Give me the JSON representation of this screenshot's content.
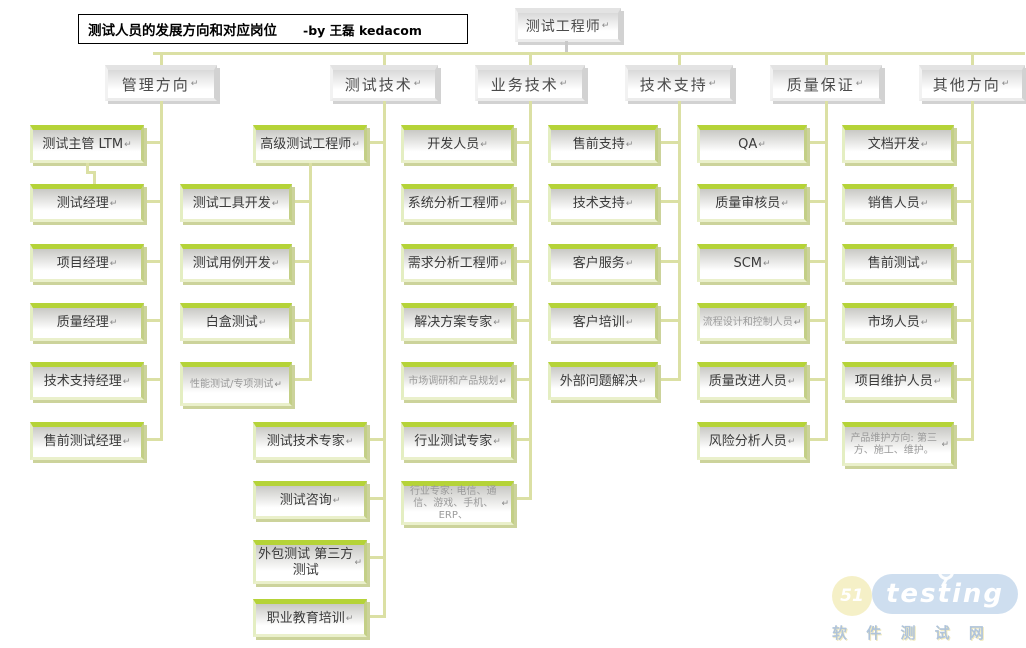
{
  "title_box": {
    "title": "测试人员的发展方向和对应岗位",
    "author": "-by 王磊 kedacom"
  },
  "root": {
    "label": "测试工程师"
  },
  "return_mark": "↵",
  "branches": [
    {
      "header": "管理方向",
      "items": [
        {
          "label": "测试主管 LTM"
        },
        {
          "label": "测试经理"
        },
        {
          "label": "项目经理"
        },
        {
          "label": "质量经理"
        },
        {
          "label": "技术支持经理"
        },
        {
          "label": "售前测试经理"
        }
      ]
    },
    {
      "header": "测试技术",
      "items": [
        {
          "label": "高级测试工程师"
        },
        {
          "label": "测试工具开发"
        },
        {
          "label": "测试用例开发"
        },
        {
          "label": "白盒测试"
        },
        {
          "label": "性能测试/专项测试",
          "small": true,
          "tall": true
        },
        {
          "label": "测试技术专家"
        },
        {
          "label": "测试咨询"
        },
        {
          "label": "外包测试 第三方测试",
          "tall": true
        },
        {
          "label": "职业教育培训"
        }
      ]
    },
    {
      "header": "业务技术",
      "items": [
        {
          "label": "开发人员"
        },
        {
          "label": "系统分析工程师"
        },
        {
          "label": "需求分析工程师"
        },
        {
          "label": "解决方案专家"
        },
        {
          "label": "市场调研和产品规划",
          "small": true
        },
        {
          "label": "行业测试专家"
        },
        {
          "label": "行业专家: 电信、通信、游戏、手机、ERP、",
          "small": true,
          "tall": true
        }
      ]
    },
    {
      "header": "技术支持",
      "items": [
        {
          "label": "售前支持"
        },
        {
          "label": "技术支持"
        },
        {
          "label": "客户服务"
        },
        {
          "label": "客户培训"
        },
        {
          "label": "外部问题解决"
        }
      ]
    },
    {
      "header": "质量保证",
      "items": [
        {
          "label": "QA"
        },
        {
          "label": "质量审核员"
        },
        {
          "label": "SCM"
        },
        {
          "label": "流程设计和控制人员",
          "small": true
        },
        {
          "label": "质量改进人员"
        },
        {
          "label": "风险分析人员"
        }
      ]
    },
    {
      "header": "其他方向",
      "items": [
        {
          "label": "文档开发"
        },
        {
          "label": "销售人员"
        },
        {
          "label": "售前测试"
        },
        {
          "label": "市场人员"
        },
        {
          "label": "项目维护人员"
        },
        {
          "label": "产品维护方向: 第三方、施工、维护。",
          "small": true,
          "tall": true
        }
      ]
    }
  ],
  "watermark": {
    "badge": "51",
    "brand": "testing",
    "caption": "软 件 测 试 网"
  },
  "colors": {
    "node_green": "#b5d338",
    "node_green_light": "#e4eec2",
    "node_face_top": "#c9c9c5",
    "node_shadow": "#ccd39b",
    "header_top": "#e3e3e3",
    "header_shadow": "#d2d2d2",
    "connector": "#dbe0a4",
    "root_stub": "#c9c9c9",
    "title_border": "#000000",
    "text_dark": "#3a3a3a",
    "text_grey": "#9a9a9a",
    "wm_blue": "#b7cfe8",
    "wm_yellow": "#f3ecba",
    "wm_caption": "#a3bad4"
  }
}
